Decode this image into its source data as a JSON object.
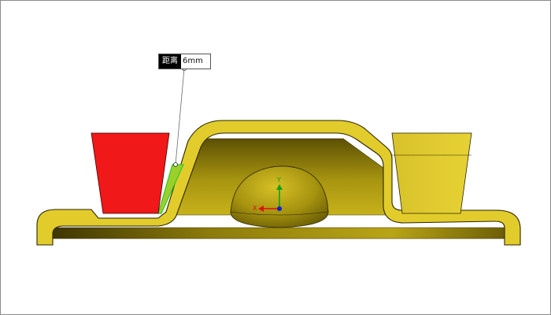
{
  "measurement": {
    "label": "距离",
    "value": "6mm"
  },
  "triad": {
    "x_label": "X",
    "y_label": "Y"
  },
  "colors": {
    "part_body": "#e2cc2c",
    "part_shadow": "#6b5d05",
    "selected_face": "#f01818",
    "highlight_edge": "#2fc82f",
    "x_axis": "#e01010",
    "y_axis": "#10a010",
    "z_axis": "#1020d0"
  }
}
